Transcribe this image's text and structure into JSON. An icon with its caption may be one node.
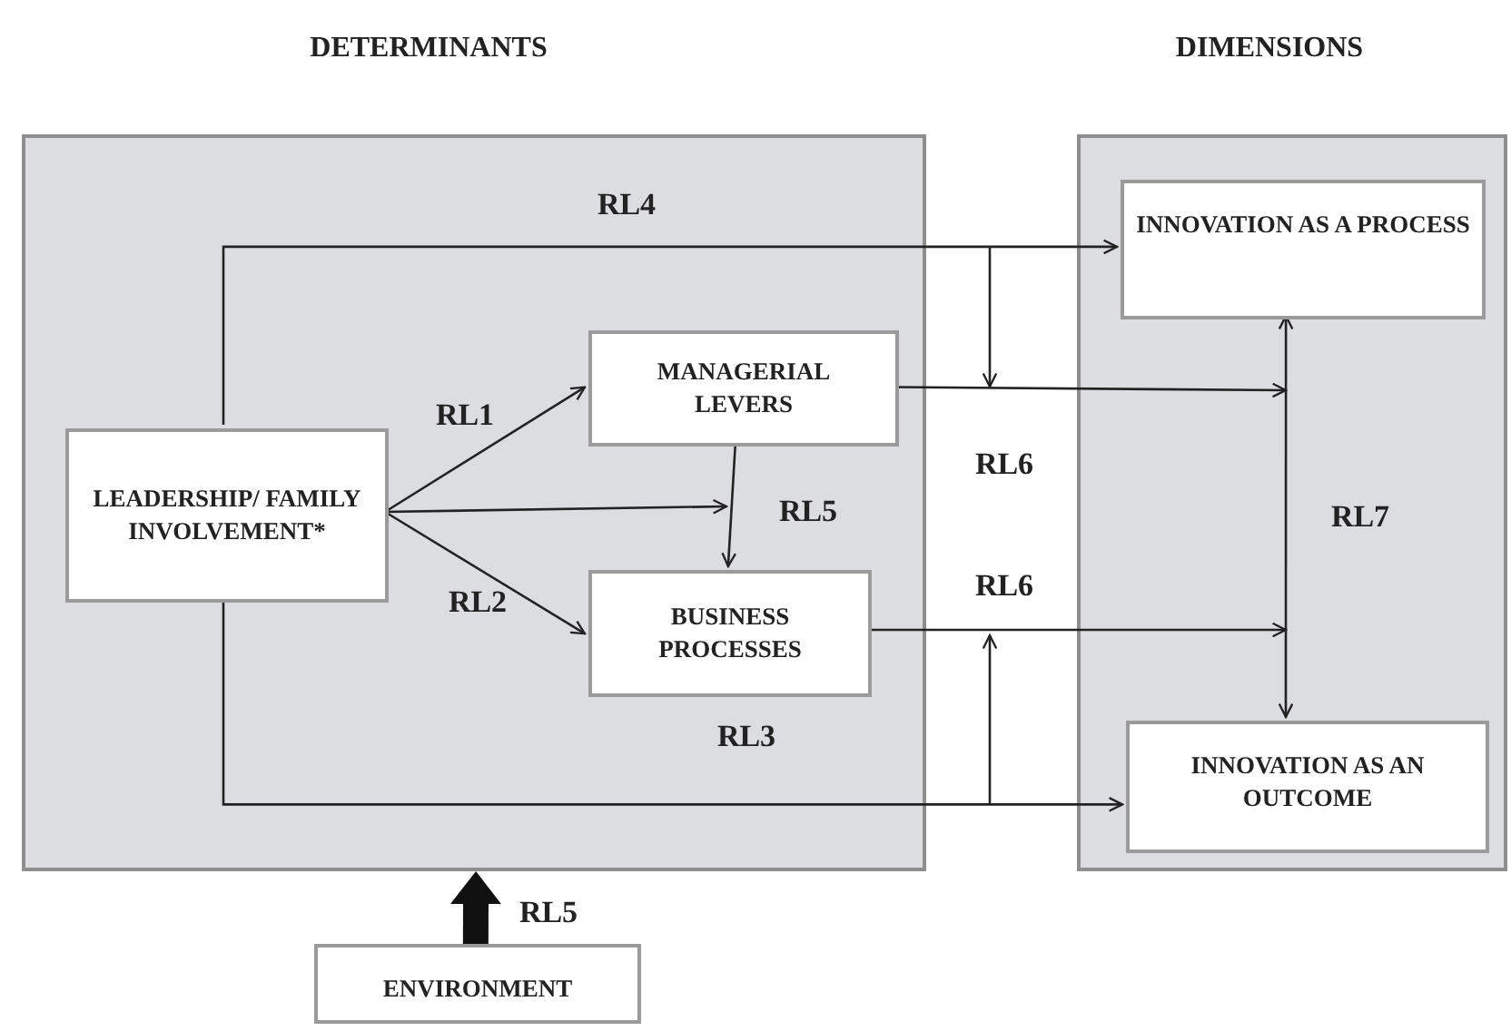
{
  "diagram": {
    "nodes": [
      {
        "text": [
          "DETERMINANTS"
        ]
      },
      {
        "text": [
          "DIMENSIONS"
        ]
      },
      {
        "text": [
          "LEADERSHIP/ FAMILY INVOLVEMENT*"
        ],
        "in": 0
      },
      {
        "text": [
          "MANAGERIAL LEVERS"
        ],
        "in": 0
      },
      {
        "text": [
          "BUSINESS PROCESSES"
        ],
        "in": 0
      },
      {
        "text": [
          "INNOVATION AS A PROCESS"
        ],
        "in": 1
      },
      {
        "text": [
          "INNOVATION AS AN OUTCOME"
        ],
        "in": 1
      },
      {
        "text": [
          "ENVIRONMENT"
        ]
      }
    ],
    "edges": [
      {
        "from": 2,
        "to": 3,
        "arrow": "to",
        "label": "RL1"
      },
      {
        "from": 2,
        "to": 4,
        "arrow": "to",
        "label": "RL2"
      },
      {
        "from": 2,
        "to": null,
        "arrow": "to"
      },
      {
        "from": 3,
        "to": 4,
        "arrow": "to",
        "label": "RL5"
      },
      {
        "from": 2,
        "to": 5,
        "arrow": "to",
        "label": "RL4"
      },
      {
        "from": 2,
        "to": 6,
        "arrow": "to",
        "label": "RL3"
      },
      {
        "from": 3,
        "to": null,
        "arrow": "to"
      },
      {
        "from": 4,
        "to": null,
        "arrow": "to"
      },
      {
        "from": 5,
        "to": 6,
        "arrow": "both",
        "label": "RL7"
      },
      {
        "from": 7,
        "to": 0,
        "arrow": "to",
        "label": "RL5",
        "style": "thick"
      }
    ],
    "labels": [
      "RL6",
      "RL6"
    ]
  }
}
